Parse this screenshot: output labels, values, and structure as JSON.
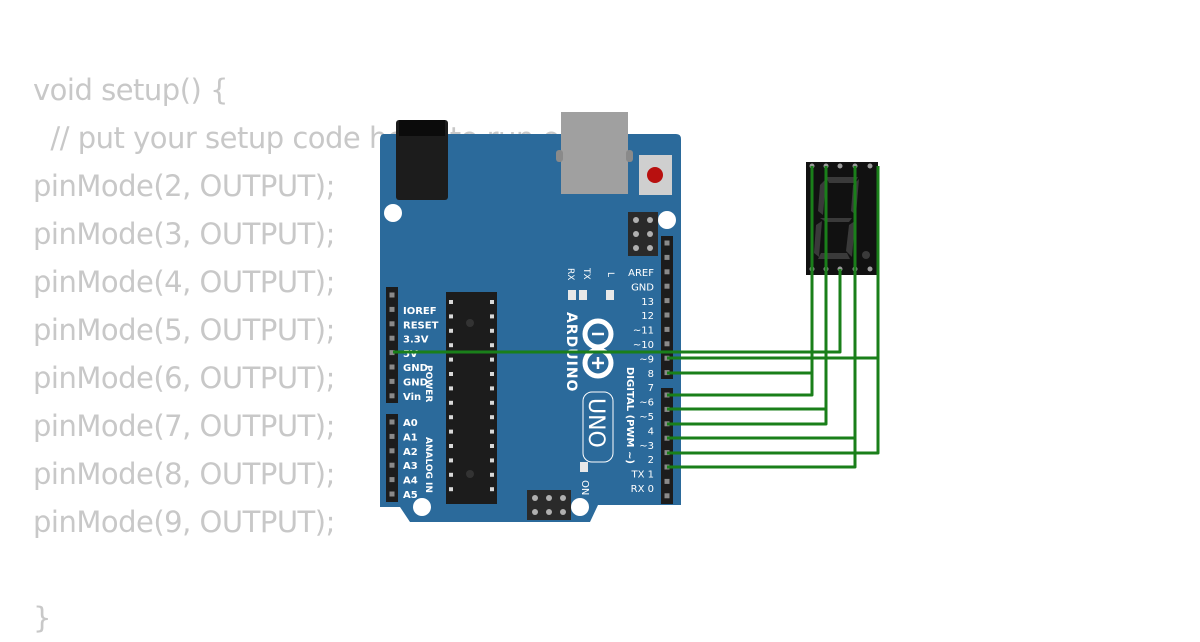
{
  "code": {
    "lines": [
      "void setup() {",
      "  // put your setup code here, to run once:",
      "pinMode(2, OUTPUT);",
      "pinMode(3, OUTPUT);",
      "pinMode(4, OUTPUT);",
      "pinMode(5, OUTPUT);",
      "pinMode(6, OUTPUT);",
      "pinMode(7, OUTPUT);",
      "pinMode(8, OUTPUT);",
      "pinMode(9, OUTPUT);",
      "",
      "}"
    ]
  },
  "board": {
    "brand": "ARDUINO",
    "model": "UNO",
    "on_label": "ON",
    "tx_label": "TX",
    "rx_label": "RX",
    "l_label": "L",
    "digital_label": "DIGITAL (PWM ~)",
    "power_label": "POWER",
    "analog_label": "ANALOG IN",
    "digital_pins": [
      "AREF",
      "GND",
      "13",
      "12",
      "~11",
      "~10",
      "~9",
      "8",
      "7",
      "~6",
      "~5",
      "4",
      "~3",
      "2",
      "TX 1",
      "RX 0"
    ],
    "power_pins": [
      "IOREF",
      "RESET",
      "3.3V",
      "5V",
      "GND",
      "GND",
      "Vin"
    ],
    "analog_pins": [
      "A0",
      "A1",
      "A2",
      "A3",
      "A4",
      "A5"
    ]
  },
  "colors": {
    "code_text": "#c8c8c8",
    "board": "#2b6a9b",
    "wire": "#1a7f1a",
    "display": "#111111"
  }
}
